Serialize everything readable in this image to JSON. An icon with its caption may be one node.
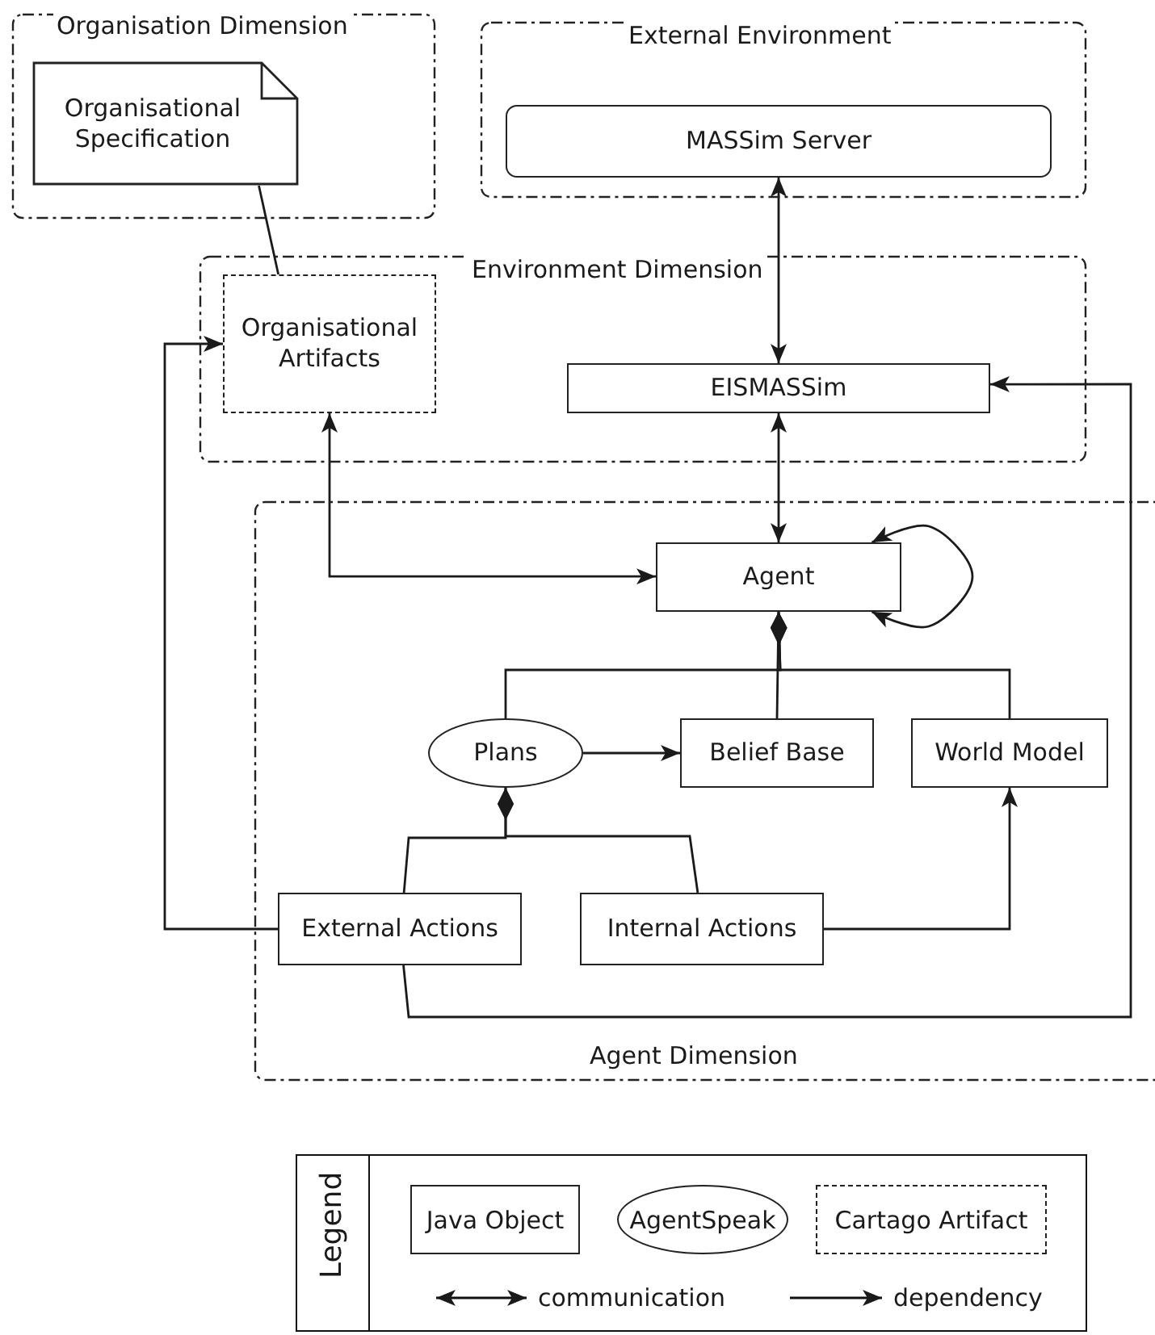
{
  "diagram": {
    "nodes": [
      {
        "text": [
          "Organisation Dimension"
        ]
      },
      {
        "text": [
          "Organisational Specification"
        ],
        "in": 0
      },
      {
        "text": [
          "External Environment"
        ]
      },
      {
        "text": [
          "MASSim Server"
        ],
        "in": 2
      },
      {
        "text": [
          "Environment Dimension"
        ]
      },
      {
        "text": [
          "Organisational Artifacts"
        ],
        "in": 4
      },
      {
        "text": [
          "EISMASSim"
        ],
        "in": 4
      },
      {
        "text": [
          "Agent Dimension"
        ]
      },
      {
        "text": [
          "Agent"
        ],
        "in": 7
      },
      {
        "text": [
          "Plans"
        ],
        "in": 7
      },
      {
        "text": [
          "Belief Base"
        ],
        "in": 7
      },
      {
        "text": [
          "World Model"
        ],
        "in": 7
      },
      {
        "text": [
          "External Actions"
        ],
        "in": 7
      },
      {
        "text": [
          "Internal Actions"
        ],
        "in": 7
      }
    ],
    "edges": [
      {
        "from": 1,
        "to": 5,
        "arrow": "none"
      },
      {
        "from": 3,
        "to": 6,
        "arrow": "both"
      },
      {
        "from": 6,
        "to": 8,
        "arrow": "both"
      },
      {
        "from": 5,
        "to": 8,
        "arrow": "both"
      },
      {
        "from": 12,
        "to": 5,
        "arrow": "to"
      },
      {
        "from": 12,
        "to": 6,
        "arrow": "to"
      },
      {
        "from": 8,
        "to": 8,
        "arrow": "both"
      },
      {
        "from": 9,
        "to": 8,
        "arrow": "other"
      },
      {
        "from": 10,
        "to": 8,
        "arrow": "other"
      },
      {
        "from": 11,
        "to": 8,
        "arrow": "other"
      },
      {
        "from": 9,
        "to": 10,
        "arrow": "to"
      },
      {
        "from": 12,
        "to": 9,
        "arrow": "other"
      },
      {
        "from": 13,
        "to": 9,
        "arrow": "other"
      },
      {
        "from": 13,
        "to": 11,
        "arrow": "to"
      }
    ],
    "labels": [
      "Legend"
    ],
    "legend": [
      {
        "text": "Java Object"
      },
      {
        "text": "AgentSpeak"
      },
      {
        "text": "Cartago Artifact"
      },
      {
        "text": "communication"
      },
      {
        "text": "dependency"
      }
    ]
  }
}
